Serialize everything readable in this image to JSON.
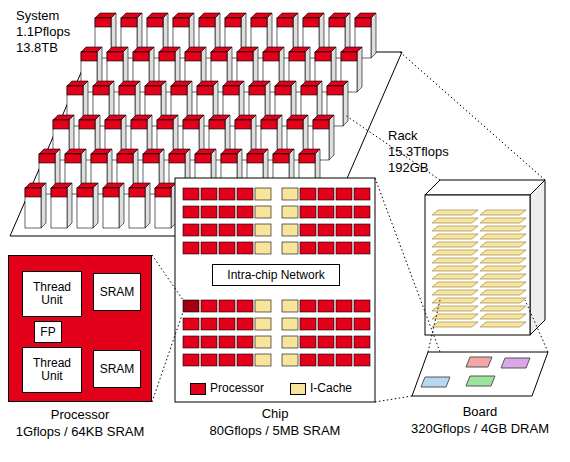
{
  "diagram": {
    "nodes": [
      {
        "text": [
          "Processor",
          "1Gflops / 64KB SRAM"
        ]
      },
      {
        "text": [
          "Thread Unit"
        ],
        "in": 0
      },
      {
        "text": [
          "SRAM"
        ],
        "in": 0
      },
      {
        "text": [
          "FP"
        ],
        "in": 0
      },
      {
        "text": [
          "Thread Unit"
        ],
        "in": 0
      },
      {
        "text": [
          "SRAM"
        ],
        "in": 0
      },
      {
        "text": [
          "Chip",
          "80Gflops / 5MB SRAM"
        ]
      },
      {
        "text": [
          "Intra-chip Network"
        ],
        "in": 6
      }
    ],
    "labels": [
      "System",
      "1.1Pflops",
      "13.8TB",
      "Rack",
      "15.3Tflops",
      "192GB",
      "Board",
      "320Gflops / 4GB DRAM"
    ],
    "legend": [
      {
        "text": "Processor",
        "color": "#e3001b"
      },
      {
        "text": "I-Cache",
        "color": "#f8e49a"
      }
    ]
  }
}
